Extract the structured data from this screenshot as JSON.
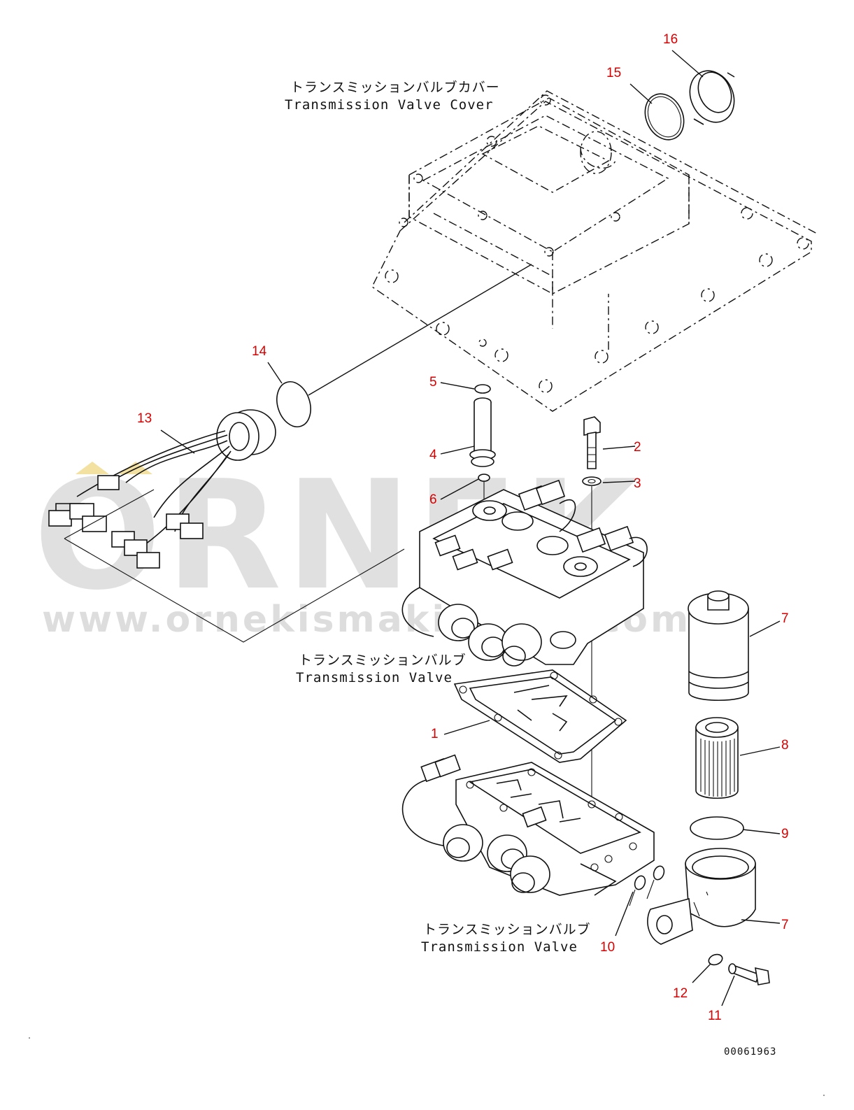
{
  "diagram": {
    "captions": {
      "valve_cover_jp": "トランスミッションバルブカバー",
      "valve_cover_en": "Transmission Valve Cover",
      "valve_upper_jp": "トランスミッションバルブ",
      "valve_upper_en": "Transmission Valve",
      "valve_lower_jp": "トランスミッションバルブ",
      "valve_lower_en": "Transmission Valve"
    },
    "callouts": {
      "c1": "1",
      "c2": "2",
      "c3": "3",
      "c4": "4",
      "c5": "5",
      "c6": "6",
      "c7a": "7",
      "c7b": "7",
      "c8": "8",
      "c9": "9",
      "c10": "10",
      "c11": "11",
      "c12": "12",
      "c13": "13",
      "c14": "14",
      "c15": "15",
      "c16": "16"
    },
    "document_number": "00061963"
  },
  "watermark": {
    "brand": "ORNEK",
    "url": "www.ornekismakinalari.com.tr"
  },
  "colors": {
    "callout": "#d80000",
    "line": "#111111",
    "watermark": "#c8c8c8"
  }
}
